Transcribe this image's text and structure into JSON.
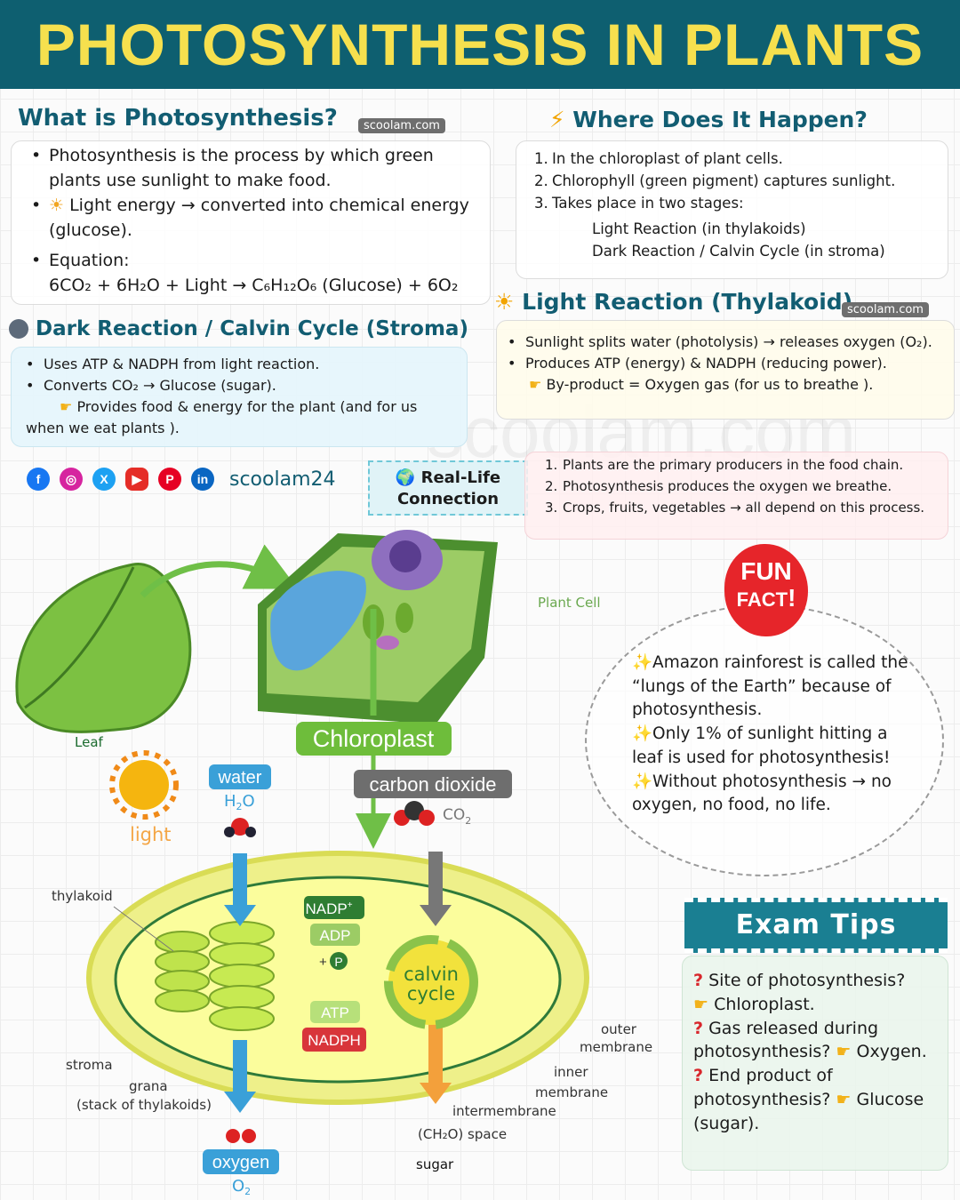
{
  "title": "PHOTOSYNTHESIS IN PLANTS",
  "watermark": "scoolam.com",
  "colors": {
    "banner": "#0e5f70",
    "title_yellow": "#f6e04e",
    "heading_teal": "#125d72"
  },
  "what": {
    "heading": "What is Photosynthesis?",
    "tag": "scoolam.com",
    "items": [
      "Photosynthesis is the process by which green plants use sunlight to make food.",
      "Light energy → converted into chemical energy (glucose).",
      "Equation:"
    ],
    "equation": "6CO₂ + 6H₂O + Light → C₆H₁₂O₆ (Glucose) + 6O₂"
  },
  "where": {
    "heading": "Where Does It Happen?",
    "items": [
      "In the chloroplast of plant cells.",
      "Chlorophyll (green pigment) captures sunlight.",
      "Takes place in two stages:"
    ],
    "sub": [
      "Light Reaction (in thylakoids)",
      "Dark Reaction / Calvin Cycle (in stroma)"
    ]
  },
  "light": {
    "heading": "Light Reaction (Thylakoid)",
    "tag": "scoolam.com",
    "items": [
      "Sunlight splits water (photolysis) → releases oxygen (O₂).",
      "Produces ATP (energy) & NADPH (reducing power)."
    ],
    "byproduct": "By-product = Oxygen gas (for us to breathe )."
  },
  "dark": {
    "heading": "Dark Reaction / Calvin Cycle (Stroma)",
    "items": [
      "Uses ATP & NADPH from light reaction.",
      "Converts CO₂ → Glucose (sugar)."
    ],
    "provides": "Provides food & energy for the plant (and for us when we eat plants )."
  },
  "social": {
    "handle": "scoolam24",
    "icons": [
      "facebook-icon",
      "instagram-icon",
      "x-icon",
      "youtube-icon",
      "pinterest-icon",
      "linkedin-icon"
    ]
  },
  "real_life": {
    "label_line1": "Real-Life",
    "label_line2": "Connection",
    "items": [
      "Plants are the primary producers in the food chain.",
      "Photosynthesis produces the oxygen we breathe.",
      "Crops, fruits, vegetables → all depend on this process."
    ]
  },
  "fun_fact": {
    "badge_line1": "FUN",
    "badge_line2": "FACT",
    "facts": [
      "Amazon rainforest is called the “lungs of the Earth” because of photosynthesis.",
      "Only 1% of sunlight hitting a leaf is used for photosynthesis!",
      "Without photosynthesis → no oxygen, no food, no life."
    ]
  },
  "exam": {
    "heading": "Exam Tips",
    "qa": [
      {
        "q": "Site of photosynthesis?",
        "a": "Chloroplast."
      },
      {
        "q": "Gas released during photosynthesis?",
        "a": "Oxygen."
      },
      {
        "q": "End product of photosynthesis?",
        "a": "Glucose (sugar)."
      }
    ]
  },
  "diagram": {
    "leaf": "Leaf",
    "plant_cell": "Plant Cell",
    "chloroplast": "Chloroplast",
    "carbon_dioxide": "carbon dioxide",
    "co2": "CO",
    "co2_sub": "2",
    "water": "water",
    "h2o_h": "H",
    "h2o_sub": "2",
    "h2o_o": "O",
    "light": "light",
    "thylakoid": "thylakoid",
    "stroma": "stroma",
    "grana": "grana",
    "grana_sub": "(stack of thylakoids)",
    "nadp": "NADP",
    "nadp_sup": "+",
    "adp": "ADP",
    "plus": "+",
    "p": "P",
    "atp": "ATP",
    "nadph": "NADPH",
    "calvin1": "calvin",
    "calvin2": "cycle",
    "outer1": "outer",
    "outer2": "membrane",
    "inner1": "inner",
    "inner2": "membrane",
    "intermembrane": "intermembrane",
    "space": "(CH₂O) space",
    "sugar": "sugar",
    "oxygen": "oxygen",
    "o2": "O",
    "o2_sub": "2"
  }
}
